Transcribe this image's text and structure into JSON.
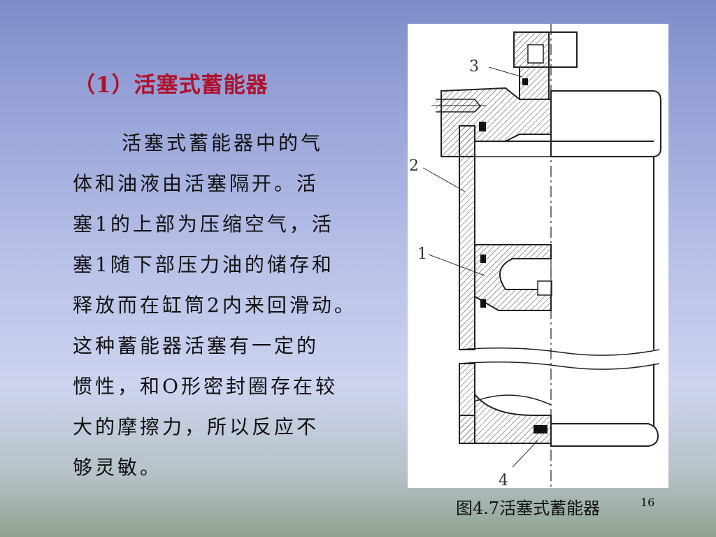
{
  "slide": {
    "title": "（1）活塞式蓄能器",
    "body_lines": [
      "活塞式蓄能器中的气",
      "体和油液由活塞隔开。活",
      "塞1的上部为压缩空气，活",
      "塞1随下部压力油的储存和",
      "释放而在缸筒2内来回滑动。",
      "这种蓄能器活塞有一定的",
      "惯性，和O形密封圈存在较",
      "大的摩擦力，所以反应不",
      "够灵敏。"
    ],
    "figure": {
      "labels": [
        "3",
        "2",
        "1",
        "4"
      ],
      "caption": "图4.7活塞式蓄能器"
    },
    "page_number": "16",
    "colors": {
      "title": "#b0102c",
      "text": "#111111",
      "figure_background": "#ffffff"
    }
  }
}
